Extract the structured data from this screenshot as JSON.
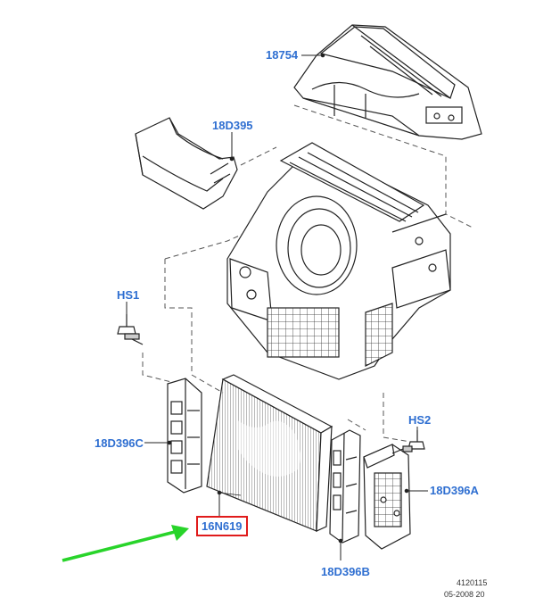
{
  "labels": {
    "p18754": "18754",
    "p18D395": "18D395",
    "hs1": "HS1",
    "hs2": "HS2",
    "p18D396C": "18D396C",
    "p16N619": "16N619",
    "p18D396A": "18D396A",
    "p18D396B": "18D396B"
  },
  "ref": {
    "code": "4120115",
    "date": "05-2008 20"
  },
  "colors": {
    "label": "#2f6fd1",
    "highlight_box": "#e01b1b",
    "arrow": "#28d42a",
    "line": "#222222"
  }
}
